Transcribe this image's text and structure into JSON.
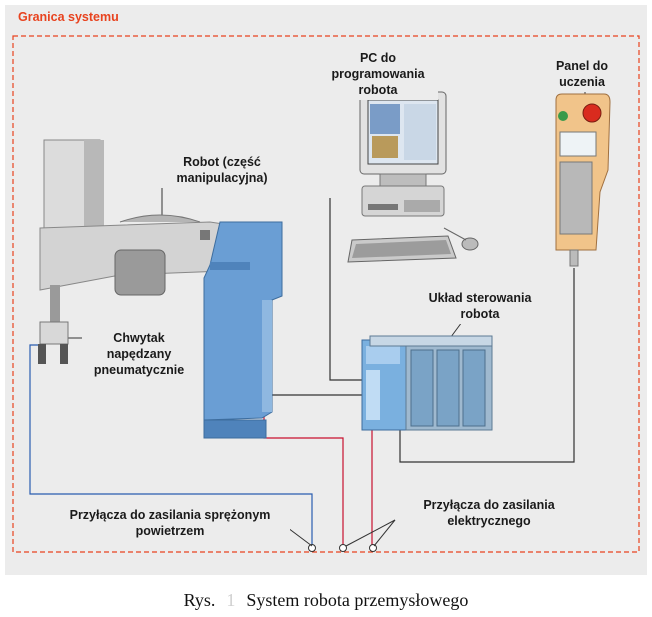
{
  "boundary_label": "Granica systemu",
  "labels": {
    "pc": "PC do programowania robota",
    "panel": "Panel do uczenia",
    "robot": "Robot (część manipulacyjna)",
    "gripper": "Chwytak napędzany pneumatycznie",
    "controller": "Układ sterowania robota",
    "air": "Przyłącza do zasilania sprężonym powietrzem",
    "power": "Przyłącza do zasilania elektrycznego"
  },
  "caption": {
    "prefix": "Rys.",
    "number": "1",
    "title": "System robota przemysłowego"
  },
  "colors": {
    "boundary": "#e8431f",
    "power_line": "#c8102e",
    "air_line": "#2a5db0",
    "signal_line": "#333333",
    "robot_blue": "#6a9ed4",
    "panel_body": "#f1c48a"
  }
}
